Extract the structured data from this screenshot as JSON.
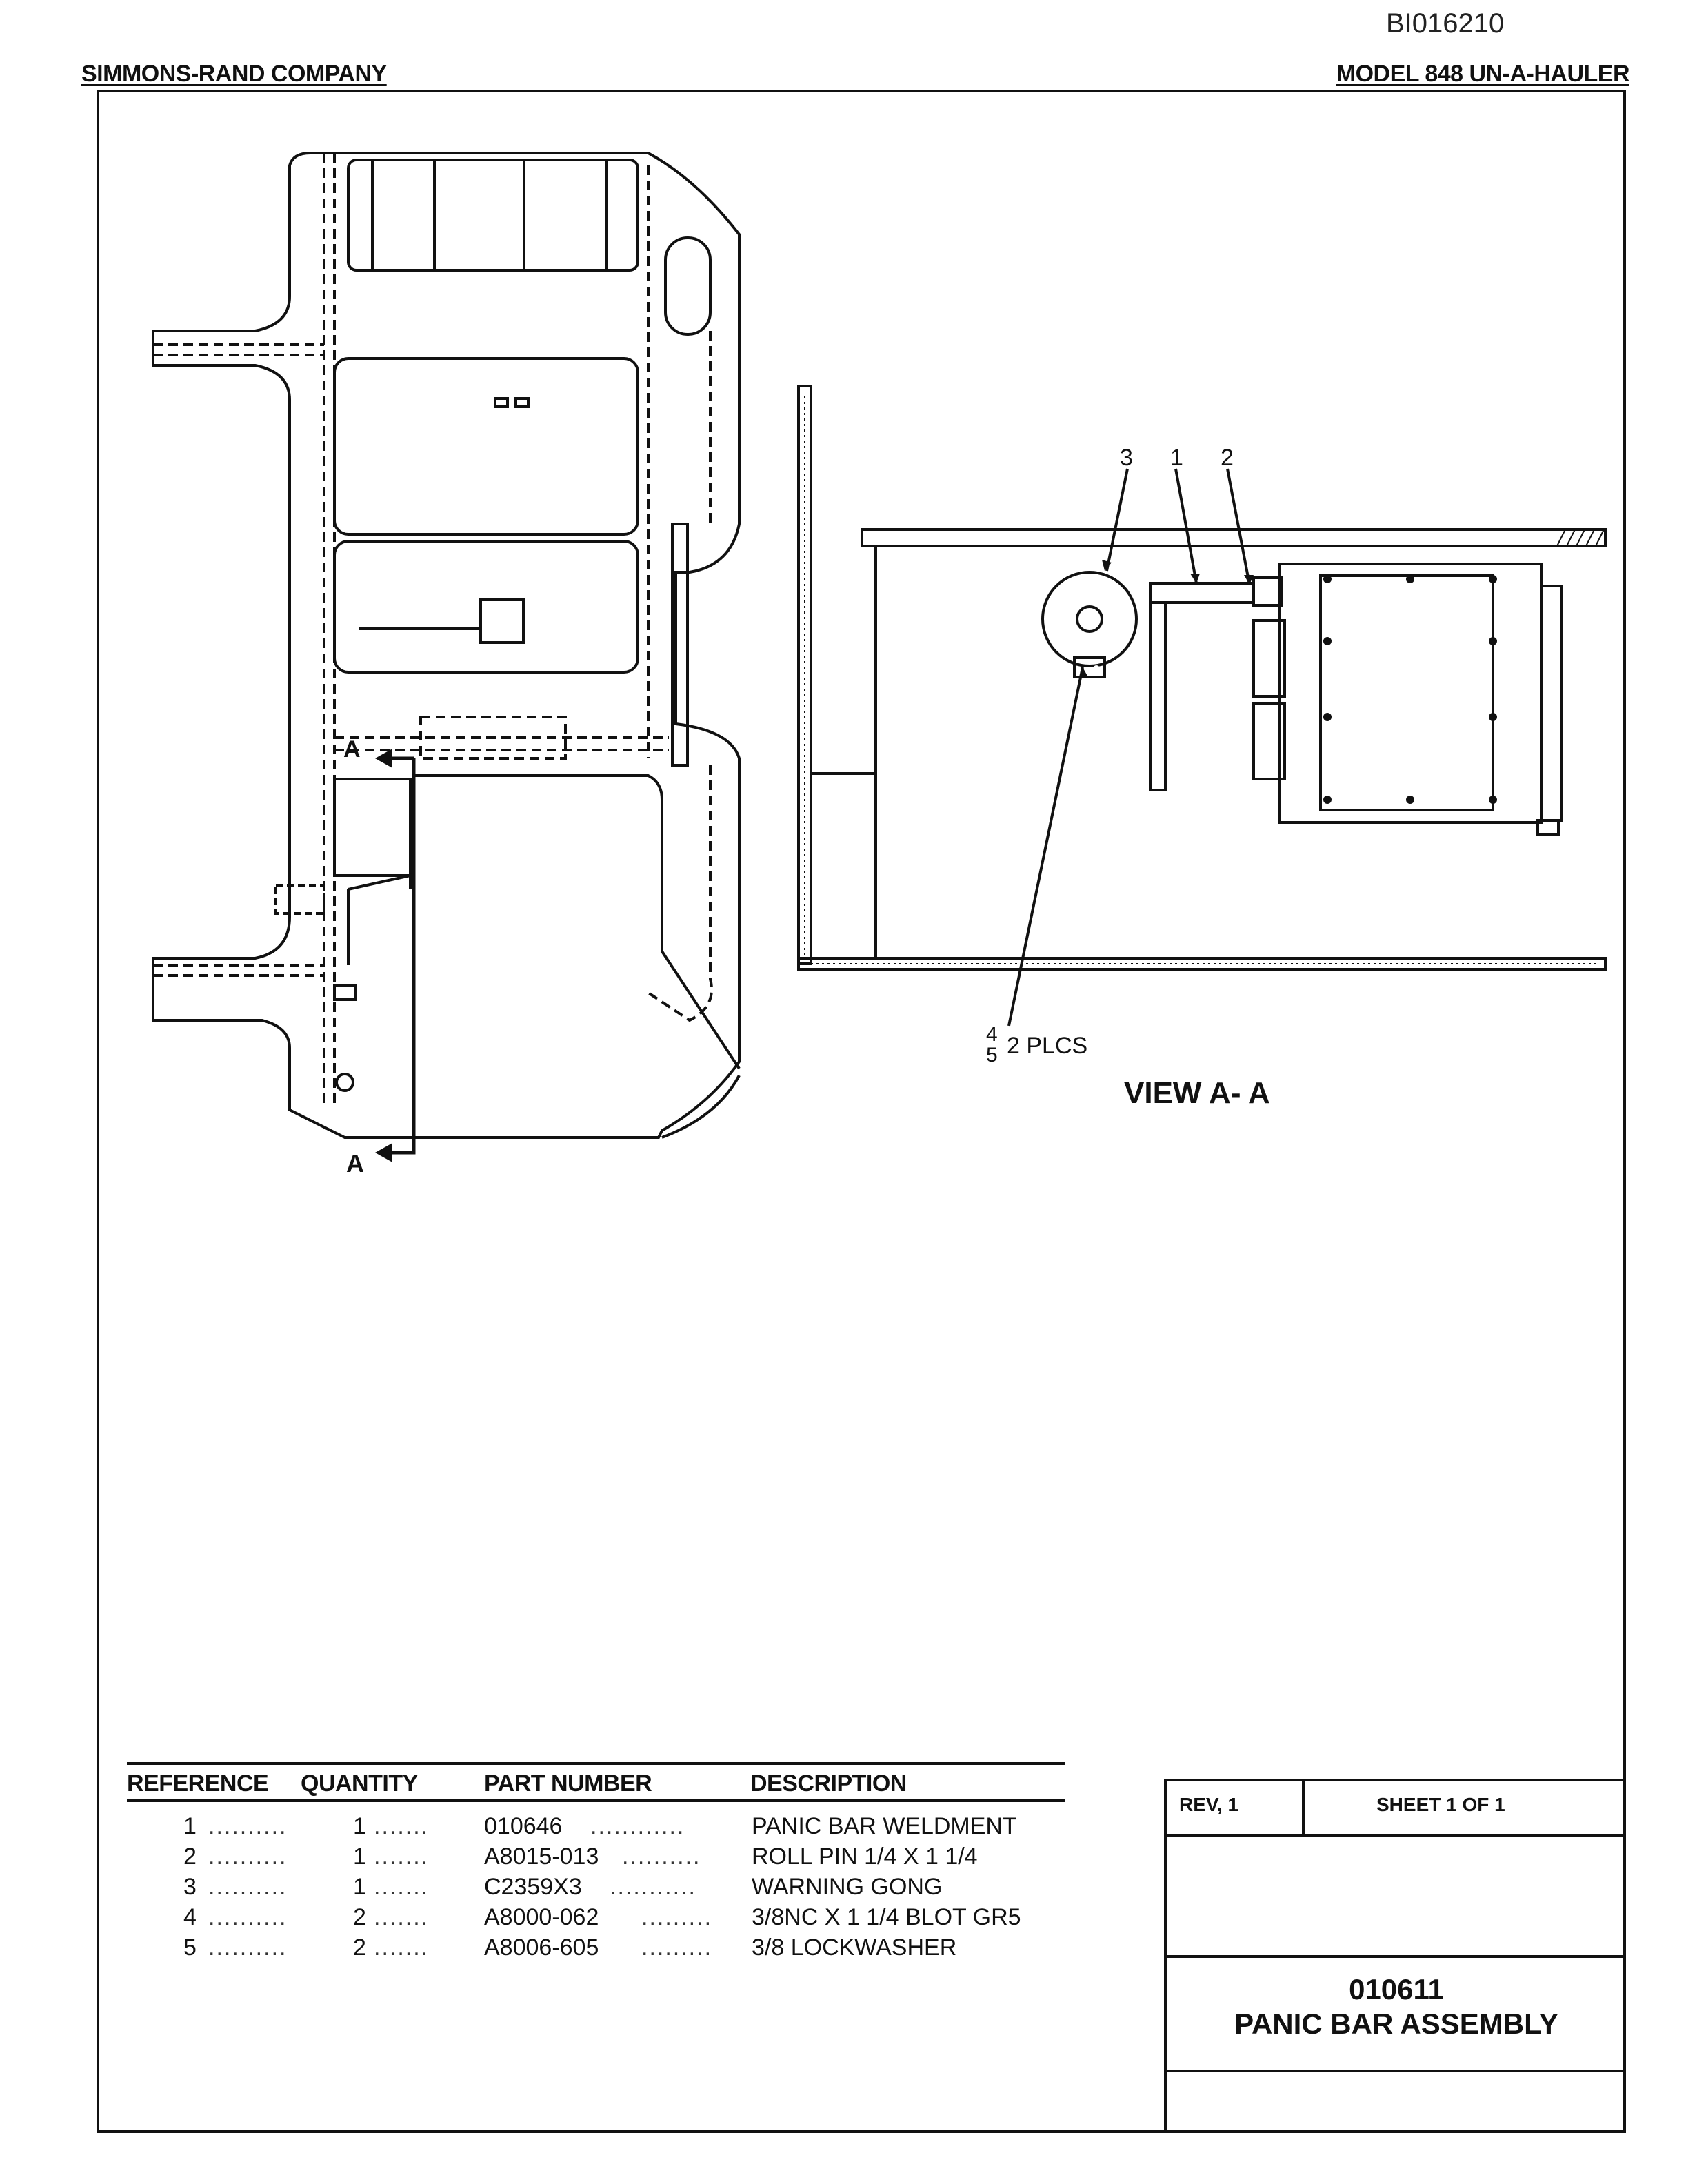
{
  "header": {
    "doc_id": "BI016210",
    "company": "SIMMONS-RAND COMPANY",
    "model": "MODEL 848 UN-A-HAULER"
  },
  "drawing": {
    "section_marker": "A",
    "callouts": [
      "3",
      "1",
      "2"
    ],
    "callout_lower_top": "4",
    "callout_lower_bottom": "5",
    "callout_lower_note": "2 PLCS",
    "view_label": "VIEW A- A"
  },
  "parts_list": {
    "headers": [
      "REFERENCE",
      "QUANTITY",
      "PART NUMBER",
      "DESCRIPTION"
    ],
    "rows": [
      {
        "ref": "1",
        "qty": "1",
        "part": "010646",
        "desc": "PANIC BAR WELDMENT"
      },
      {
        "ref": "2",
        "qty": "1",
        "part": "A8015-013",
        "desc": "ROLL PIN 1/4 X 1 1/4"
      },
      {
        "ref": "3",
        "qty": "1",
        "part": "C2359X3",
        "desc": "WARNING GONG"
      },
      {
        "ref": "4",
        "qty": "2",
        "part": "A8000-062",
        "desc": "3/8NC X 1 1/4 BLOT GR5"
      },
      {
        "ref": "5",
        "qty": "2",
        "part": "A8006-605",
        "desc": "3/8 LOCKWASHER"
      }
    ]
  },
  "title_block": {
    "rev": "REV, 1",
    "sheet": "SHEET 1 OF 1",
    "drawing_number": "010611",
    "drawing_title": "PANIC BAR ASSEMBLY"
  }
}
